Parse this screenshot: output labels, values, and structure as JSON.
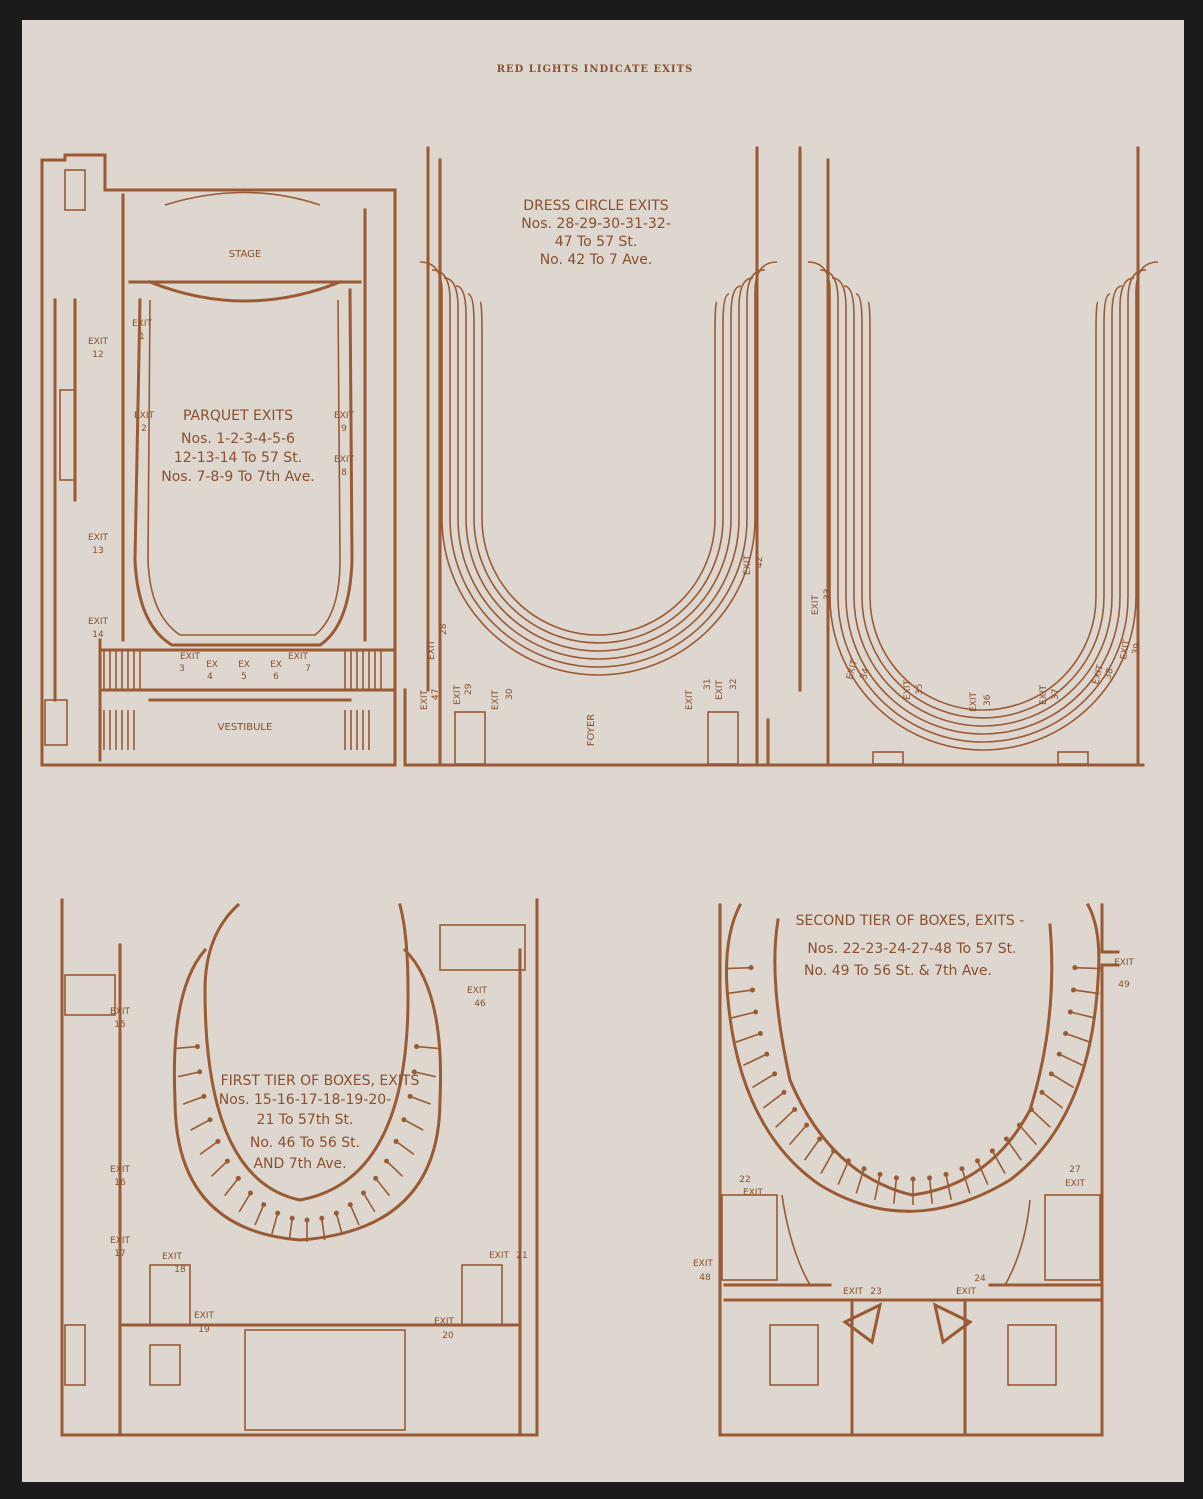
{
  "header": "RED LIGHTS INDICATE EXITS",
  "parquet": {
    "stage": "STAGE",
    "vestibule": "VESTIBULE",
    "title": "PARQUET EXITS",
    "line1": "Nos. 1-2-3-4-5-6",
    "line2": "12-13-14 To 57 St.",
    "line3": "Nos. 7-8-9 To 7th Ave.",
    "exit_word": "EXIT",
    "ex_word": "EX",
    "exits": [
      "1",
      "2",
      "3",
      "4",
      "5",
      "6",
      "7",
      "8",
      "9",
      "12",
      "13",
      "14"
    ]
  },
  "dress_circle": {
    "title": "DRESS CIRCLE EXITS",
    "line1": "Nos. 28-29-30-31-32-",
    "line2": "47 To 57 St.",
    "line3": "No. 42 To 7 Ave.",
    "foyer": "FOYER",
    "exits": [
      "28",
      "29",
      "30",
      "31",
      "32",
      "42",
      "47",
      "33",
      "34",
      "35",
      "36",
      "37",
      "38",
      "39"
    ]
  },
  "first_tier": {
    "title": "FIRST TIER OF BOXES, EXITS",
    "line1": "Nos. 15-16-17-18-19-20-",
    "line2": "21 To 57th St.",
    "line3": "No. 46 To 56 St.",
    "line4": "AND 7th Ave.",
    "exits": [
      "15",
      "16",
      "17",
      "18",
      "19",
      "20",
      "21",
      "46"
    ]
  },
  "second_tier": {
    "title": "SECOND TIER OF BOXES, EXITS -",
    "line1": "Nos. 22-23-24-27-48 To 57 St.",
    "line2": "No. 49 To 56 St. & 7th Ave.",
    "exits": [
      "22",
      "23",
      "24",
      "27",
      "48",
      "49"
    ]
  }
}
